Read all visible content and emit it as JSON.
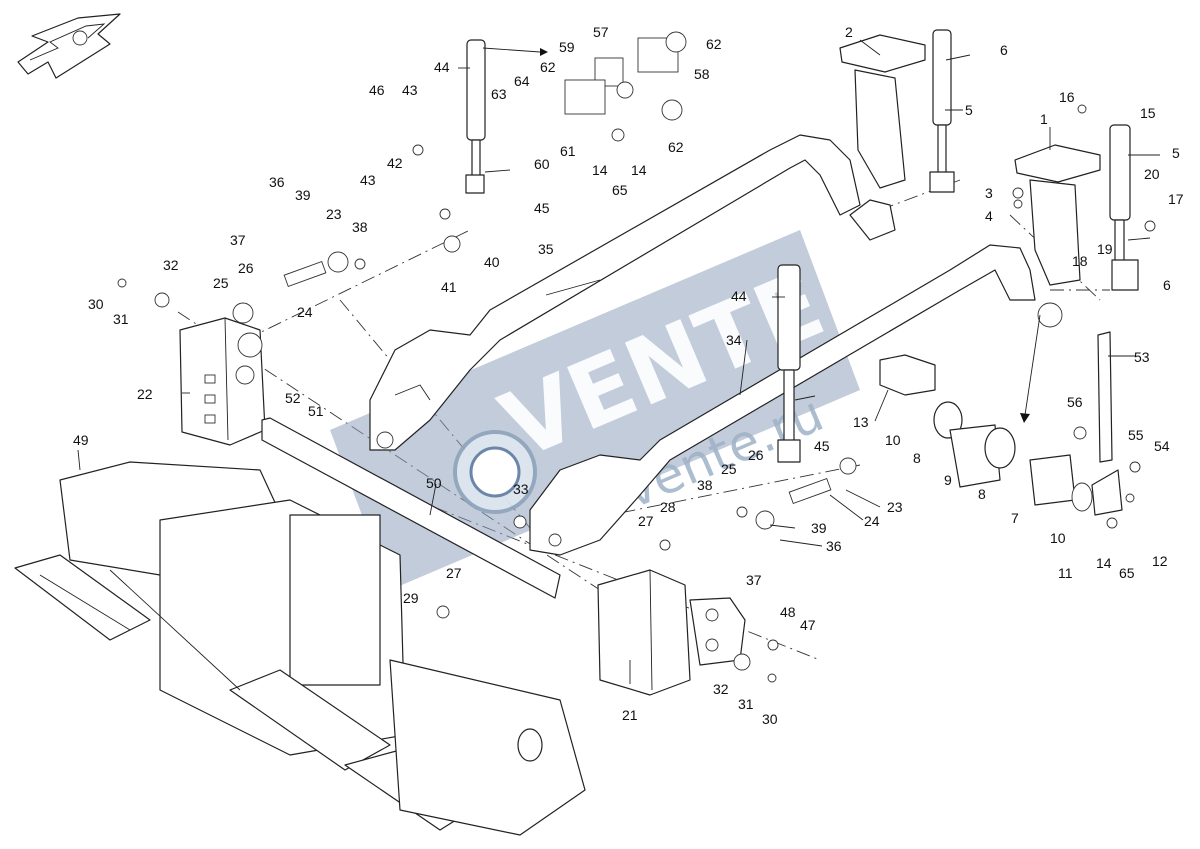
{
  "diagram": {
    "labels": [
      {
        "id": "l1",
        "text": "1"
      },
      {
        "id": "l2",
        "text": "2"
      },
      {
        "id": "l3",
        "text": "3"
      },
      {
        "id": "l4",
        "text": "4"
      },
      {
        "id": "l5a",
        "text": "5"
      },
      {
        "id": "l5b",
        "text": "5"
      },
      {
        "id": "l6a",
        "text": "6"
      },
      {
        "id": "l6b",
        "text": "6"
      },
      {
        "id": "l7",
        "text": "7"
      },
      {
        "id": "l8a",
        "text": "8"
      },
      {
        "id": "l8b",
        "text": "8"
      },
      {
        "id": "l9",
        "text": "9"
      },
      {
        "id": "l10a",
        "text": "10"
      },
      {
        "id": "l10b",
        "text": "10"
      },
      {
        "id": "l11",
        "text": "11"
      },
      {
        "id": "l12",
        "text": "12"
      },
      {
        "id": "l13",
        "text": "13"
      },
      {
        "id": "l14a",
        "text": "14"
      },
      {
        "id": "l14b",
        "text": "14"
      },
      {
        "id": "l14c",
        "text": "14"
      },
      {
        "id": "l15",
        "text": "15"
      },
      {
        "id": "l16",
        "text": "16"
      },
      {
        "id": "l17",
        "text": "17"
      },
      {
        "id": "l18",
        "text": "18"
      },
      {
        "id": "l19",
        "text": "19"
      },
      {
        "id": "l20",
        "text": "20"
      },
      {
        "id": "l21",
        "text": "21"
      },
      {
        "id": "l22",
        "text": "22"
      },
      {
        "id": "l23a",
        "text": "23"
      },
      {
        "id": "l23b",
        "text": "23"
      },
      {
        "id": "l24a",
        "text": "24"
      },
      {
        "id": "l24b",
        "text": "24"
      },
      {
        "id": "l25a",
        "text": "25"
      },
      {
        "id": "l25b",
        "text": "25"
      },
      {
        "id": "l26a",
        "text": "26"
      },
      {
        "id": "l26b",
        "text": "26"
      },
      {
        "id": "l27a",
        "text": "27"
      },
      {
        "id": "l27b",
        "text": "27"
      },
      {
        "id": "l28",
        "text": "28"
      },
      {
        "id": "l29",
        "text": "29"
      },
      {
        "id": "l30a",
        "text": "30"
      },
      {
        "id": "l30b",
        "text": "30"
      },
      {
        "id": "l31a",
        "text": "31"
      },
      {
        "id": "l31b",
        "text": "31"
      },
      {
        "id": "l32a",
        "text": "32"
      },
      {
        "id": "l32b",
        "text": "32"
      },
      {
        "id": "l33",
        "text": "33"
      },
      {
        "id": "l34",
        "text": "34"
      },
      {
        "id": "l35",
        "text": "35"
      },
      {
        "id": "l36a",
        "text": "36"
      },
      {
        "id": "l36b",
        "text": "36"
      },
      {
        "id": "l37a",
        "text": "37"
      },
      {
        "id": "l37b",
        "text": "37"
      },
      {
        "id": "l38a",
        "text": "38"
      },
      {
        "id": "l38b",
        "text": "38"
      },
      {
        "id": "l39a",
        "text": "39"
      },
      {
        "id": "l39b",
        "text": "39"
      },
      {
        "id": "l40",
        "text": "40"
      },
      {
        "id": "l41",
        "text": "41"
      },
      {
        "id": "l42",
        "text": "42"
      },
      {
        "id": "l43a",
        "text": "43"
      },
      {
        "id": "l43b",
        "text": "43"
      },
      {
        "id": "l44a",
        "text": "44"
      },
      {
        "id": "l44b",
        "text": "44"
      },
      {
        "id": "l45a",
        "text": "45"
      },
      {
        "id": "l45b",
        "text": "45"
      },
      {
        "id": "l46",
        "text": "46"
      },
      {
        "id": "l47",
        "text": "47"
      },
      {
        "id": "l48",
        "text": "48"
      },
      {
        "id": "l49",
        "text": "49"
      },
      {
        "id": "l50",
        "text": "50"
      },
      {
        "id": "l51",
        "text": "51"
      },
      {
        "id": "l52",
        "text": "52"
      },
      {
        "id": "l53",
        "text": "53"
      },
      {
        "id": "l54",
        "text": "54"
      },
      {
        "id": "l55",
        "text": "55"
      },
      {
        "id": "l56",
        "text": "56"
      },
      {
        "id": "l57",
        "text": "57"
      },
      {
        "id": "l58",
        "text": "58"
      },
      {
        "id": "l59",
        "text": "59"
      },
      {
        "id": "l60",
        "text": "60"
      },
      {
        "id": "l61",
        "text": "61"
      },
      {
        "id": "l62a",
        "text": "62"
      },
      {
        "id": "l62b",
        "text": "62"
      },
      {
        "id": "l62c",
        "text": "62"
      },
      {
        "id": "l63",
        "text": "63"
      },
      {
        "id": "l64",
        "text": "64"
      },
      {
        "id": "l65a",
        "text": "65"
      },
      {
        "id": "l65b",
        "text": "65"
      }
    ]
  },
  "watermark": {
    "main": "VENTE",
    "sub": "movente.ru",
    "color": "#8fa3bd"
  }
}
